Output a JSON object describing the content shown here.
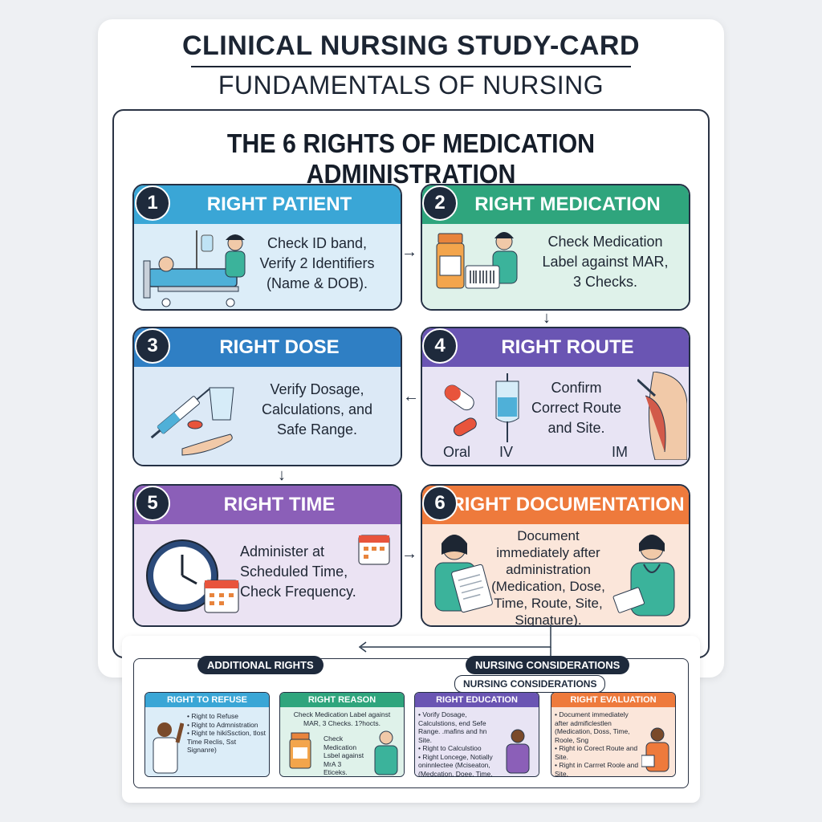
{
  "header": {
    "title": "CLINICAL NURSING STUDY-CARD",
    "subtitle": "FUNDAMENTALS OF NURSING"
  },
  "main": {
    "heading": "THE 6 RIGHTS OF MEDICATION ADMINISTRATION",
    "rights": [
      {
        "number": "1",
        "title": "RIGHT PATIENT",
        "lines": [
          "Check ID band,",
          "Verify 2 Identifiers",
          "(Name & DOB)."
        ],
        "color": "#3aa6d6",
        "bg": "#dcedf8"
      },
      {
        "number": "2",
        "title": "RIGHT MEDICATION",
        "lines": [
          "Check Medication",
          "Label against MAR,",
          "3 Checks."
        ],
        "color": "#2fa57d",
        "bg": "#dff2ea"
      },
      {
        "number": "3",
        "title": "RIGHT DOSE",
        "lines": [
          "Verify Dosage,",
          "Calculations, and",
          "Safe Range."
        ],
        "color": "#2f7fc4",
        "bg": "#dce9f6"
      },
      {
        "number": "4",
        "title": "RIGHT ROUTE",
        "lines": [
          "Confirm",
          "Correct Route",
          "and Site."
        ],
        "color": "#6a55b3",
        "bg": "#e8e4f4",
        "route_labels": [
          "Oral",
          "IV",
          "IM"
        ]
      },
      {
        "number": "5",
        "title": "RIGHT TIME",
        "lines": [
          "Administer at",
          "Scheduled Time,",
          "Check Frequency."
        ],
        "color": "#8b5fb8",
        "bg": "#ebe3f3"
      },
      {
        "number": "6",
        "title": "RIGHT DOCUMENTATION",
        "lines": [
          "Document",
          "immediately after",
          "administration",
          "(Medication, Dose,",
          "Time, Route, Site,",
          "Signature)."
        ],
        "color": "#ee7a3c",
        "bg": "#fbe6da"
      }
    ]
  },
  "footer": {
    "additional_label": "ADDITIONAL RIGHTS",
    "considerations_label": "NURSING CONSIDERATIONS",
    "considerations_label_2": "NURSING CONSIDERATIONS",
    "cards": [
      {
        "title": "RIGHT TO REFUSE",
        "color": "#3aa6d6",
        "items": [
          "Right to Refuse",
          "Right to Admnistration",
          "Right te hikiSsction, tlost Time Reclis, Sst Signanre)"
        ]
      },
      {
        "title": "RIGHT REASON",
        "color": "#2fa57d",
        "text_top": "Check Medication Label against MAR, 3 Checks. 1?hocts.",
        "text_side": "Check Medication Lsbel against MrA 3 Eticeks."
      },
      {
        "title": "RIGHT EDUCATION",
        "color": "#6a55b3",
        "items": [
          "Vorify Dosage, Calculstions, end Sefe Range. .mafins and hn Site.",
          "Right to Calculstioo",
          "Right Loncege, Notially oninnlectee (Mciseaton, (Medcation, Doee, Time, (berdile, Aeltcoro)"
        ]
      },
      {
        "title": "RIGHT EVALUATION",
        "color": "#ee7a3c",
        "items": [
          "Document immediately after admificlestlen (Medication, Doss, Time, Roole, Sng",
          "Right io Corect Route and Site.",
          "Right in Carrret Roole and Site."
        ]
      }
    ]
  },
  "icons": [
    "patient-bed-icon",
    "nurse-icon",
    "medication-bottle-icon",
    "barcode-scanner-icon",
    "syringe-icon",
    "measuring-cup-icon",
    "pill-icon",
    "hand-icon",
    "iv-bag-icon",
    "arm-injection-icon",
    "clock-icon",
    "calendar-icon",
    "clipboard-icon"
  ]
}
